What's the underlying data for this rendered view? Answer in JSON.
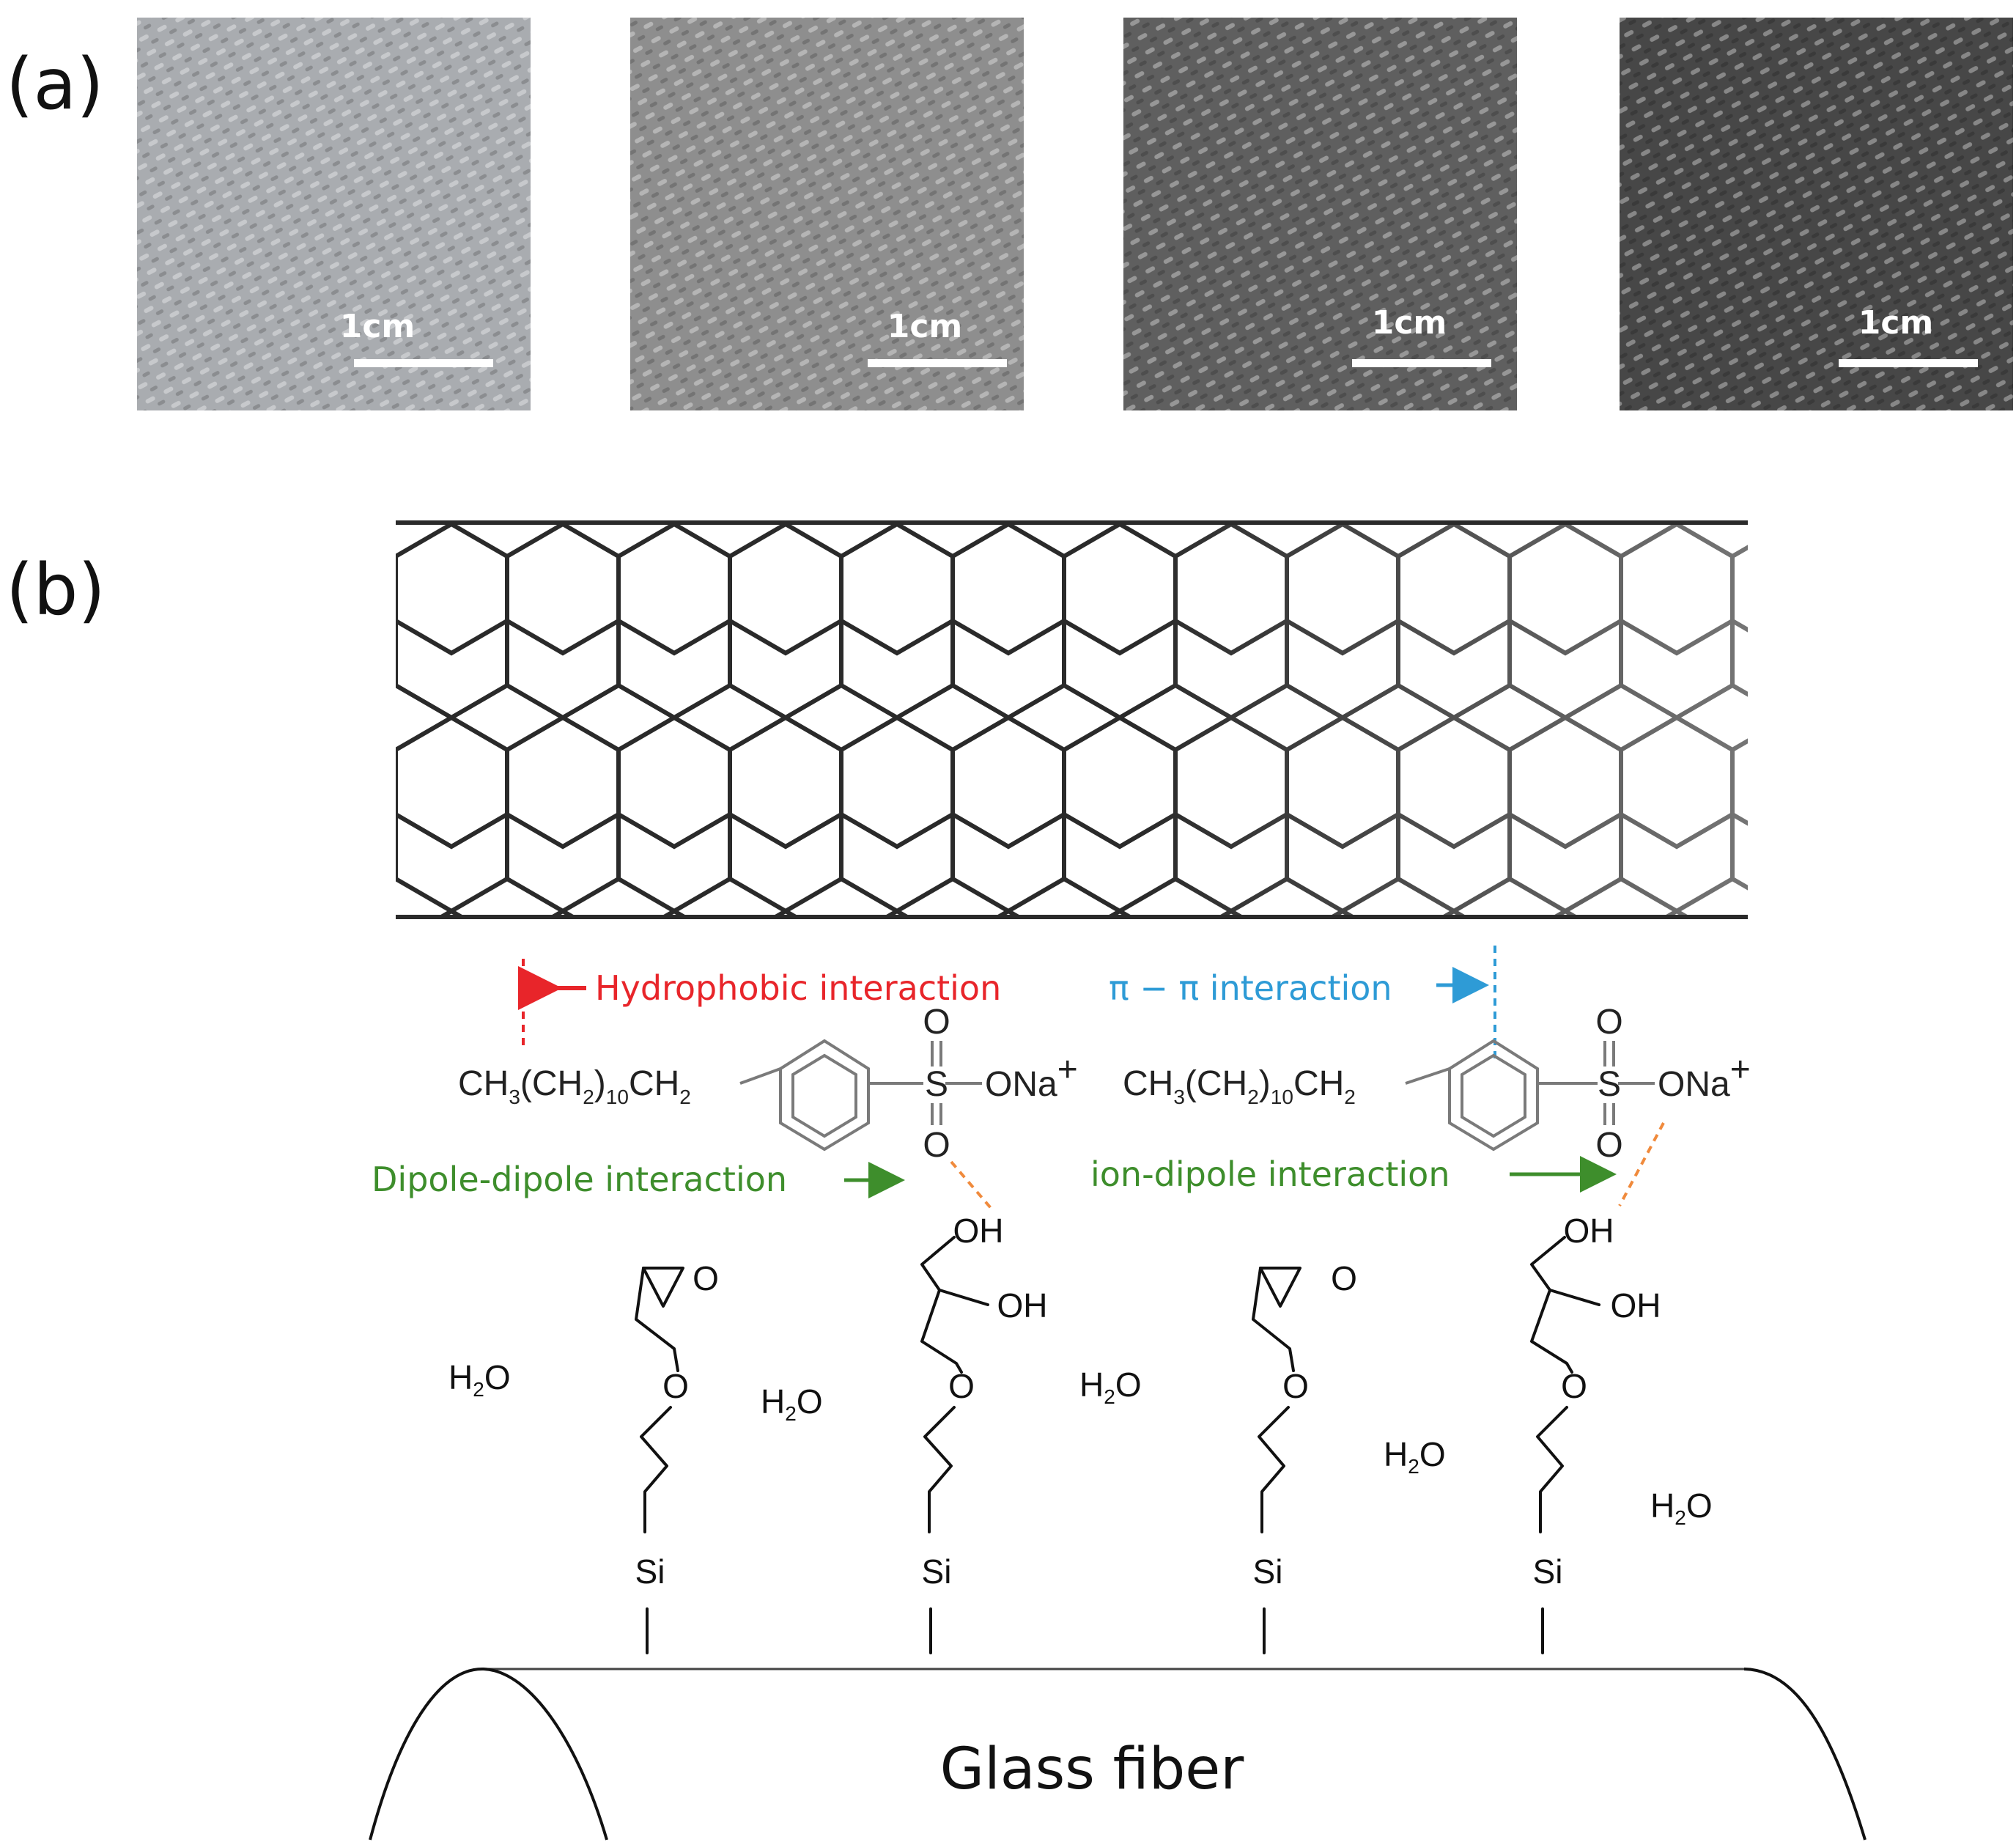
{
  "panel_a": {
    "label": "(a)",
    "photos": [
      {
        "scale_label": "1cm",
        "tone": "#a9acb0"
      },
      {
        "scale_label": "1cm",
        "tone": "#8e8e8e"
      },
      {
        "scale_label": "1cm",
        "tone": "#5f5f5f"
      },
      {
        "scale_label": "1cm",
        "tone": "#474747"
      }
    ]
  },
  "panel_b": {
    "label": "(b)",
    "interactions": {
      "hydrophobic": "Hydrophobic interaction",
      "pi_pi": "π − π  interaction",
      "dipole_dipole": "Dipole-dipole interaction",
      "ion_dipole": "ion-dipole interaction"
    },
    "surfactant": {
      "ch3": "CH",
      "sub3": "3",
      "ch2_open": "(CH",
      "sub2": "2",
      "close": ")",
      "sub10": "10",
      "ch2_end": "CH",
      "sub2b": "2",
      "sulfur": "S",
      "oxygen": "O",
      "ona": "ONa",
      "plus": "+"
    },
    "chain": {
      "o": "O",
      "si": "Si",
      "oh": "OH"
    },
    "water": {
      "h": "H",
      "sub": "2",
      "o": "O"
    },
    "substrate": "Glass fiber"
  },
  "colors": {
    "hydrophobic": "#e8252a",
    "pi_pi": "#2e9bd6",
    "dipole": "#3e8e2c",
    "orange": "#f08a3c"
  }
}
